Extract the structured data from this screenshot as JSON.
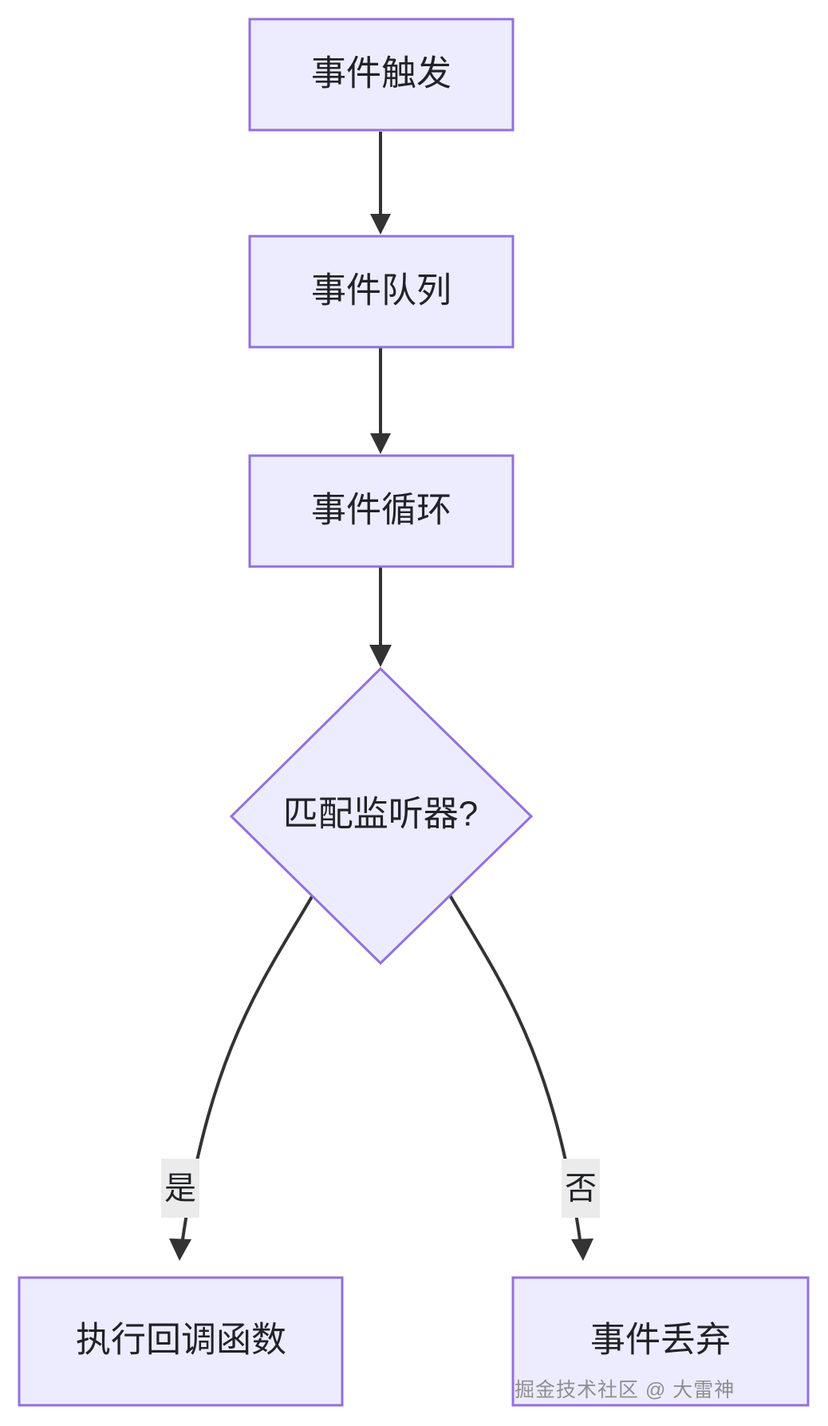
{
  "diagram": {
    "type": "flowchart",
    "direction": "top-to-bottom",
    "title": "",
    "theme": {
      "node_fill": "#ececfe",
      "node_stroke": "#9370db",
      "edge_stroke": "#333333",
      "text_color": "#1f2328",
      "edge_label_bg": "#ebebeb",
      "background": "#ffffff"
    },
    "nodes": [
      {
        "id": "n1",
        "label": "事件触发",
        "shape": "rect"
      },
      {
        "id": "n2",
        "label": "事件队列",
        "shape": "rect"
      },
      {
        "id": "n3",
        "label": "事件循环",
        "shape": "rect"
      },
      {
        "id": "n4",
        "label": "匹配监听器?",
        "shape": "diamond"
      },
      {
        "id": "n5",
        "label": "执行回调函数",
        "shape": "rect"
      },
      {
        "id": "n6",
        "label": "事件丢弃",
        "shape": "rect"
      }
    ],
    "edges": [
      {
        "from": "n1",
        "to": "n2",
        "label": ""
      },
      {
        "from": "n2",
        "to": "n3",
        "label": ""
      },
      {
        "from": "n3",
        "to": "n4",
        "label": ""
      },
      {
        "from": "n4",
        "to": "n5",
        "label": "是"
      },
      {
        "from": "n4",
        "to": "n6",
        "label": "否"
      }
    ]
  },
  "watermark": {
    "text": "掘金技术社区 @ 大雷神"
  }
}
